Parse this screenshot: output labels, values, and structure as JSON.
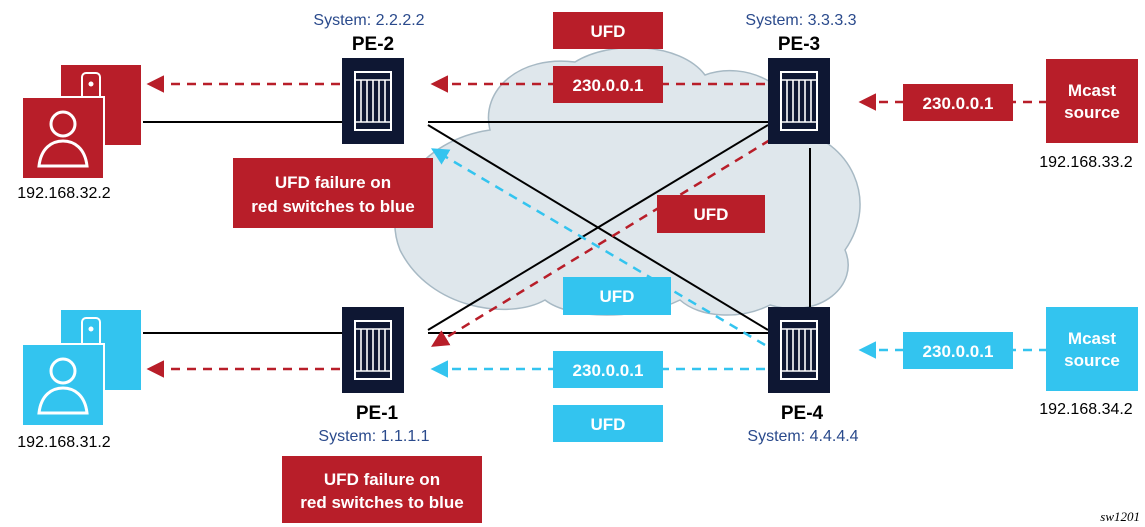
{
  "colors": {
    "red": "#b81e29",
    "blue": "#33c4ef",
    "navy": "#0e1733",
    "sysText": "#2a4a8c",
    "cloudFill": "#dfe7ec",
    "cloudStroke": "#a7b9c4"
  },
  "routers": {
    "pe2": {
      "name": "PE-2",
      "system": "System: 2.2.2.2"
    },
    "pe3": {
      "name": "PE-3",
      "system": "System: 3.3.3.3"
    },
    "pe1": {
      "name": "PE-1",
      "system": "System: 1.1.1.1"
    },
    "pe4": {
      "name": "PE-4",
      "system": "System: 4.4.4.4"
    }
  },
  "hosts": {
    "red": {
      "ip": "192.168.32.2",
      "icon": "user-device-icon"
    },
    "blue": {
      "ip": "192.168.31.2",
      "icon": "user-device-icon"
    }
  },
  "sources": {
    "red": {
      "line1": "Mcast",
      "line2": "source",
      "ip": "192.168.33.2"
    },
    "blue": {
      "line1": "Mcast",
      "line2": "source",
      "ip": "192.168.34.2"
    }
  },
  "labels": {
    "ufd": "UFD",
    "group": "230.0.0.1",
    "failureLine1": "UFD failure on",
    "failureLine2": "red switches to blue",
    "figureId": "sw1201"
  }
}
